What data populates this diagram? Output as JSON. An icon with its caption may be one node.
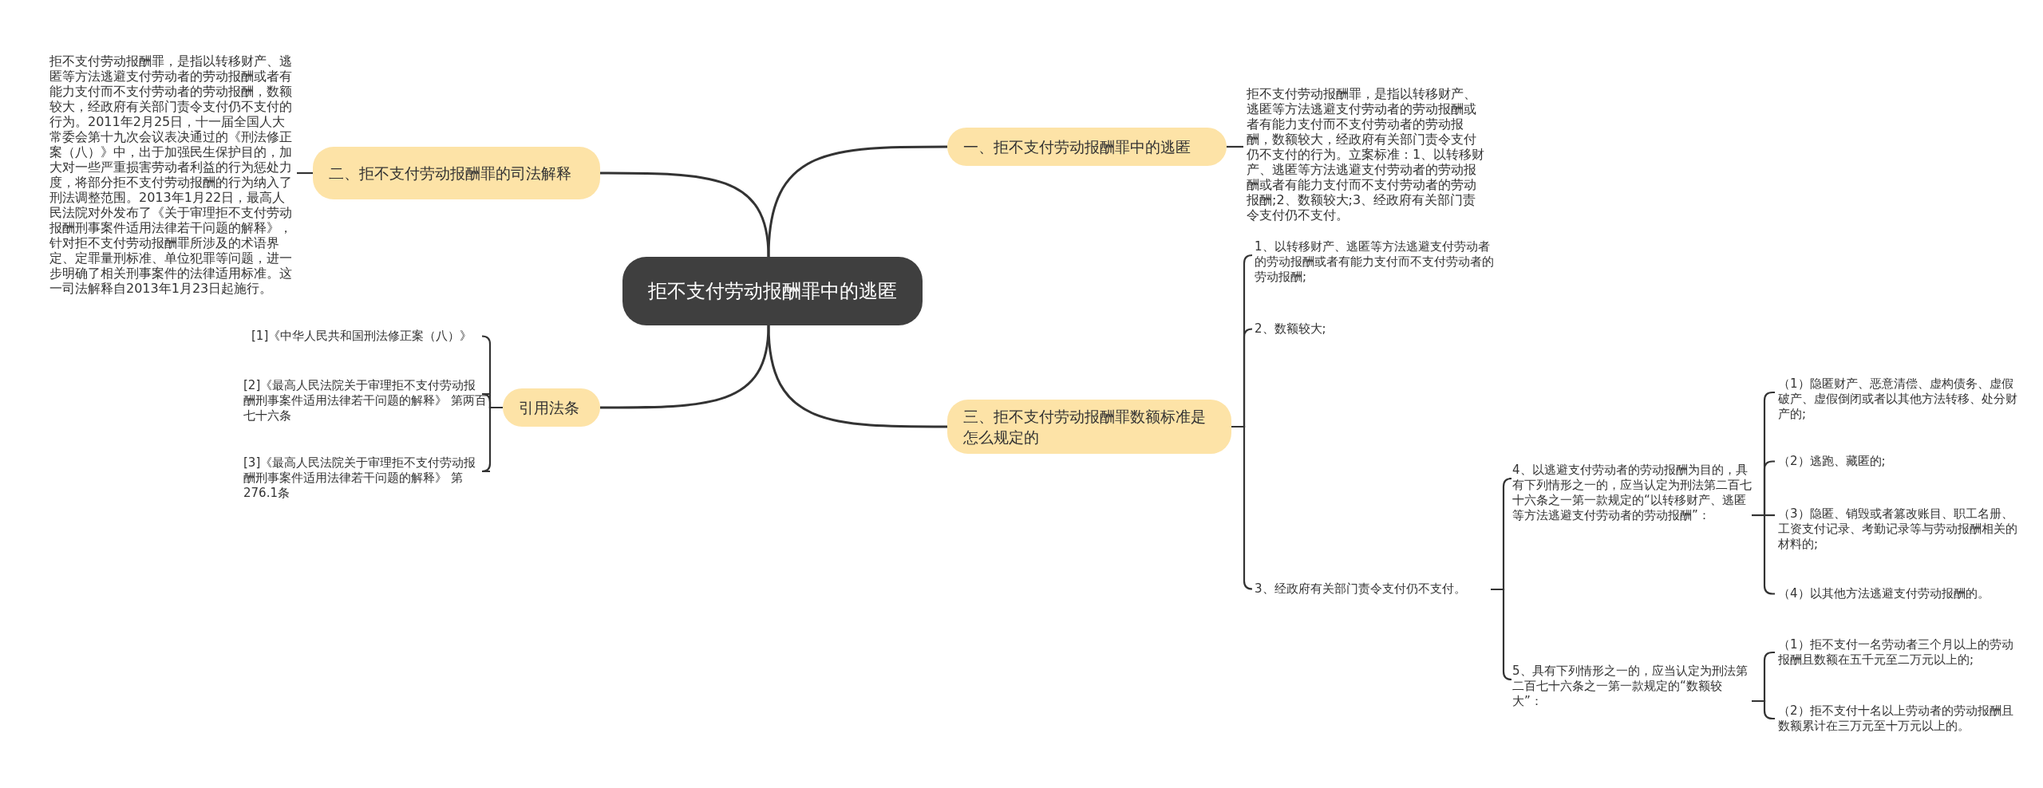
{
  "diagram": {
    "nodes": [
      {
        "text": [
          "拒不支付劳动报酬罪中的逃匿"
        ]
      },
      {
        "text": [
          "一、拒不支付劳动报酬罪中的逃匿"
        ]
      },
      {
        "text": [
          "拒不支付劳动报酬罪，是指以转移财产、逃匿等方法逃避支付劳动者的劳动报酬或者有能力支付而不支付劳动者的劳动报酬，数额较大，经政府有关部门责令支付仍不支付的行为。立案标准：1、以转移财产、逃匿等方法逃避支付劳动者的劳动报酬或者有能力支付而不支付劳动者的劳动报酬;2、数额较大;3、经政府有关部门责令支付仍不支付。"
        ]
      },
      {
        "text": [
          "二、拒不支付劳动报酬罪的司法解释"
        ]
      },
      {
        "text": [
          "拒不支付劳动报酬罪，是指以转移财产、逃匿等方法逃避支付劳动者的劳动报酬或者有能力支付而不支付劳动者的劳动报酬，数额较大，经政府有关部门责令支付仍不支付的行为。2011年2月25日，十一届全国人大常委会第十九次会议表决通过的《刑法修正案（八）》中，出于加强民生保护目的，加大对一些严重损害劳动者利益的行为惩处力度，将部分拒不支付劳动报酬的行为纳入了刑法调整范围。2013年1月22日，最高人民法院对外发布了《关于审理拒不支付劳动报酬刑事案件适用法律若干问题的解释》，针对拒不支付劳动报酬罪所涉及的术语界定、定罪量刑标准、单位犯罪等问题，进一步明确了相关刑事案件的法律适用标准。这一司法解释自2013年1月23日起施行。"
        ]
      },
      {
        "text": [
          "三、拒不支付劳动报酬罪数额标准是怎么规定的"
        ]
      },
      {
        "text": [
          "1、以转移财产、逃匿等方法逃避支付劳动者的劳动报酬或者有能力支付而不支付劳动者的劳动报酬;"
        ]
      },
      {
        "text": [
          "2、数额较大;"
        ]
      },
      {
        "text": [
          "3、经政府有关部门责令支付仍不支付。"
        ]
      },
      {
        "text": [
          "4、以逃避支付劳动者的劳动报酬为目的，具有下列情形之一的，应当认定为刑法第二百七十六条之一第一款规定的“以转移财产、逃匿等方法逃避支付劳动者的劳动报酬”："
        ]
      },
      {
        "text": [
          "（1）隐匿财产、恶意清偿、虚构债务、虚假破产、虚假倒闭或者以其他方法转移、处分财产的;"
        ]
      },
      {
        "text": [
          "（2）逃跑、藏匿的;"
        ]
      },
      {
        "text": [
          "（3）隐匿、销毁或者篡改账目、职工名册、工资支付记录、考勤记录等与劳动报酬相关的材料的;"
        ]
      },
      {
        "text": [
          "（4）以其他方法逃避支付劳动报酬的。"
        ]
      },
      {
        "text": [
          "5、具有下列情形之一的，应当认定为刑法第二百七十六条之一第一款规定的“数额较大”："
        ]
      },
      {
        "text": [
          "（1）拒不支付一名劳动者三个月以上的劳动报酬且数额在五千元至二万元以上的;"
        ]
      },
      {
        "text": [
          "（2）拒不支付十名以上劳动者的劳动报酬且数额累计在三万元至十万元以上的。"
        ]
      },
      {
        "text": [
          "引用法条"
        ]
      },
      {
        "text": [
          "[1]《中华人民共和国刑法修正案（八）》"
        ]
      },
      {
        "text": [
          "[2]《最高人民法院关于审理拒不支付劳动报酬刑事案件适用法律若干问题的解释》 第两百七十六条"
        ]
      },
      {
        "text": [
          "[3]《最高人民法院关于审理拒不支付劳动报酬刑事案件适用法律若干问题的解释》 第276.1条"
        ]
      }
    ],
    "edges": [
      {
        "from": 0,
        "to": 1,
        "arrow": "none"
      },
      {
        "from": 1,
        "to": 2,
        "arrow": "none"
      },
      {
        "from": 0,
        "to": 3,
        "arrow": "none"
      },
      {
        "from": 3,
        "to": 4,
        "arrow": "none"
      },
      {
        "from": 0,
        "to": 5,
        "arrow": "none"
      },
      {
        "from": 5,
        "to": 6,
        "arrow": "none"
      },
      {
        "from": 5,
        "to": 7,
        "arrow": "none"
      },
      {
        "from": 5,
        "to": 8,
        "arrow": "none"
      },
      {
        "from": 8,
        "to": 9,
        "arrow": "none"
      },
      {
        "from": 9,
        "to": 10,
        "arrow": "none"
      },
      {
        "from": 9,
        "to": 11,
        "arrow": "none"
      },
      {
        "from": 9,
        "to": 12,
        "arrow": "none"
      },
      {
        "from": 9,
        "to": 13,
        "arrow": "none"
      },
      {
        "from": 8,
        "to": 14,
        "arrow": "none"
      },
      {
        "from": 14,
        "to": 15,
        "arrow": "none"
      },
      {
        "from": 14,
        "to": 16,
        "arrow": "none"
      },
      {
        "from": 0,
        "to": 17,
        "arrow": "none"
      },
      {
        "from": 17,
        "to": 18,
        "arrow": "none"
      },
      {
        "from": 17,
        "to": 19,
        "arrow": "none"
      },
      {
        "from": 17,
        "to": 20,
        "arrow": "none"
      }
    ]
  }
}
